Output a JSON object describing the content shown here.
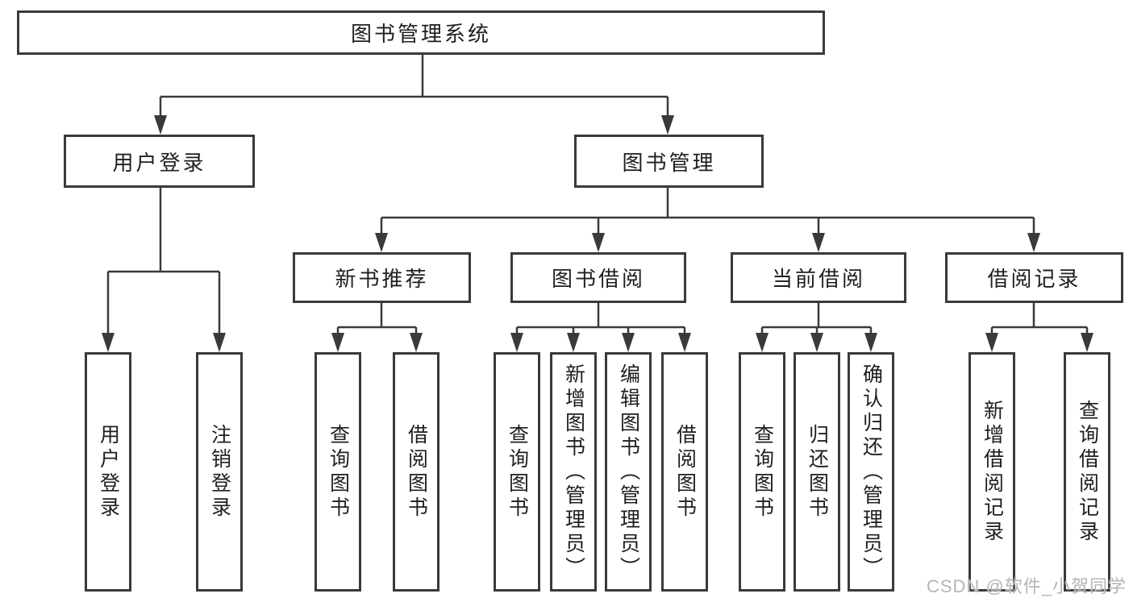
{
  "tree": {
    "root": {
      "label": "图书管理系统"
    },
    "user_login": {
      "label": "用户登录",
      "children": [
        "用户登录",
        "注销登录"
      ]
    },
    "book_mgmt": {
      "label": "图书管理",
      "groups": [
        {
          "label": "新书推荐",
          "children": [
            "查询图书",
            "借阅图书"
          ]
        },
        {
          "label": "图书借阅",
          "children": [
            "查询图书",
            "新增图书（管理员）",
            "编辑图书（管理员）",
            "借阅图书"
          ]
        },
        {
          "label": "当前借阅",
          "children": [
            "查询图书",
            "归还图书",
            "确认归还（管理员）"
          ]
        },
        {
          "label": "借阅记录",
          "children": [
            "新增借阅记录",
            "查询借阅记录"
          ]
        }
      ]
    }
  },
  "watermark": {
    "text": "CSDN @软件_小贺同学"
  },
  "colors": {
    "line": "#3a3a3a",
    "box_border": "#3a3a3a",
    "box_fill": "#ffffff",
    "text": "#1f1f1f",
    "watermark": "#b5b5b5",
    "background": "#ffffff"
  }
}
